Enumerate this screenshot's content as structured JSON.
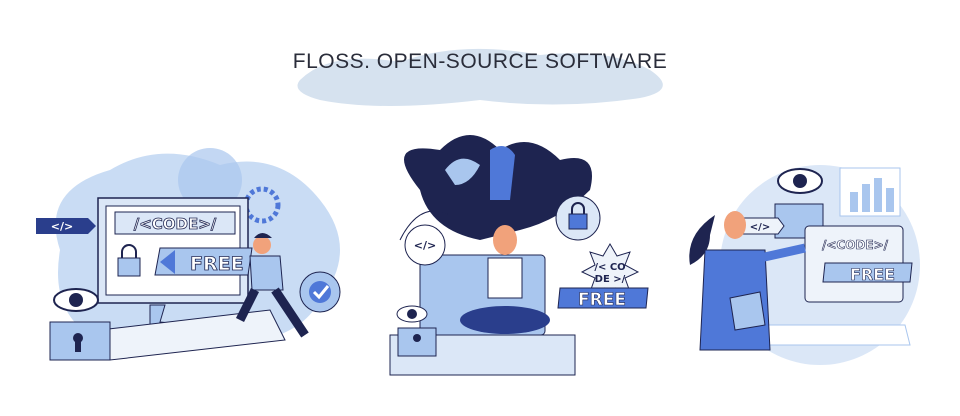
{
  "header": {
    "title": "FLOSS. OPEN-SOURCE SOFTWARE"
  },
  "colors": {
    "dark_navy": "#1e2450",
    "primary_blue": "#4f78d8",
    "light_blue": "#a9c6ee",
    "pale_blue": "#dbe7f7",
    "accent_cloud": "#d6e2ef"
  },
  "scenes": [
    {
      "code_label": "/<CODE>/",
      "tag_label": "</>",
      "free_label": "FREE"
    },
    {
      "code_label_top": "/< CO",
      "code_label_bottom": "DE >/",
      "tag_label": "</>",
      "free_label": "FREE"
    },
    {
      "code_label": "/<CODE>/",
      "tag_label": "</>",
      "free_label": "FREE"
    }
  ]
}
